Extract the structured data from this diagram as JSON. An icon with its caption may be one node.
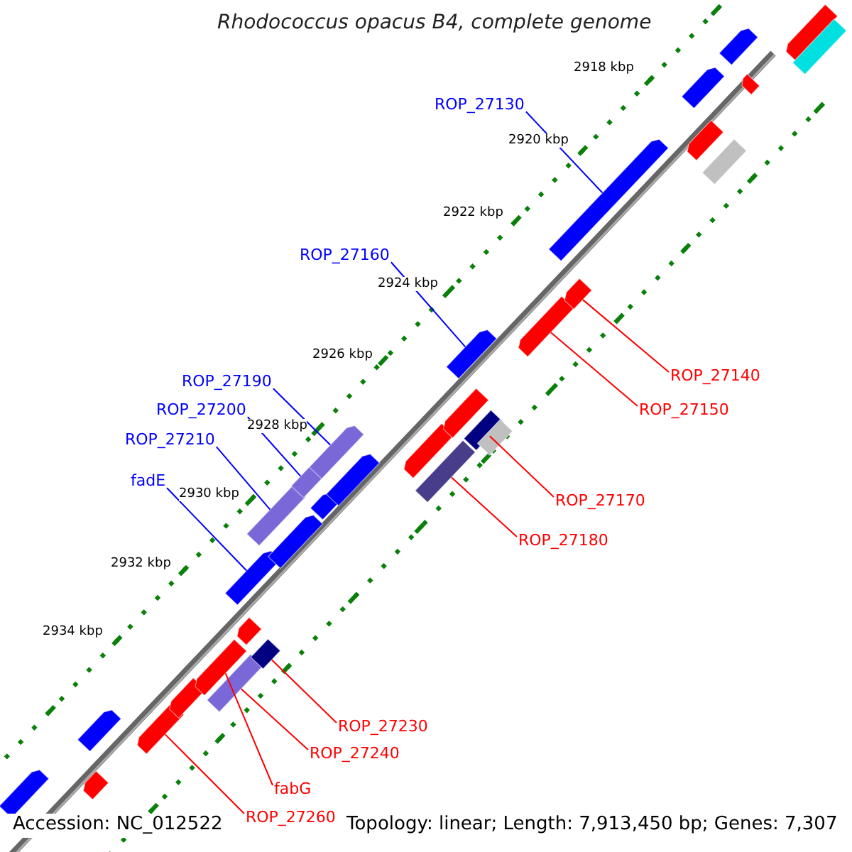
{
  "diagram": {
    "title": "Rhodococcus opacus B4, complete genome",
    "nodes": [
      {
        "text": [
          "ROP_27130"
        ]
      },
      {
        "text": [
          "ROP_27160"
        ]
      },
      {
        "text": [
          "ROP_27190"
        ]
      },
      {
        "text": [
          "ROP_27200"
        ]
      },
      {
        "text": [
          "ROP_27210"
        ]
      },
      {
        "text": [
          "fadE"
        ]
      },
      {
        "text": [
          "ROP_27140"
        ]
      },
      {
        "text": [
          "ROP_27150"
        ]
      },
      {
        "text": [
          "ROP_27170"
        ]
      },
      {
        "text": [
          "ROP_27180"
        ]
      },
      {
        "text": [
          "ROP_27230"
        ]
      },
      {
        "text": [
          "ROP_27240"
        ]
      },
      {
        "text": [
          "fabG"
        ]
      },
      {
        "text": [
          "ROP_27260"
        ]
      },
      {
        "text": [],
        "shape": "arrow"
      },
      {
        "text": [],
        "shape": "arrow"
      },
      {
        "text": [],
        "shape": "arrow"
      },
      {
        "text": [],
        "shape": "arrow"
      },
      {
        "text": [],
        "shape": "arrow"
      },
      {
        "text": [],
        "shape": "arrow"
      },
      {
        "text": [],
        "shape": "bar"
      },
      {
        "text": [],
        "shape": "bar"
      },
      {
        "text": [],
        "shape": "arrow"
      },
      {
        "text": [],
        "shape": "arrow"
      },
      {
        "text": [],
        "shape": "arrow"
      },
      {
        "text": [],
        "shape": "arrow"
      },
      {
        "text": [],
        "shape": "arrow"
      },
      {
        "text": [],
        "shape": "arrow"
      },
      {
        "text": [],
        "shape": "arrow"
      },
      {
        "text": [],
        "shape": "arrow"
      },
      {
        "text": [],
        "shape": "arrow"
      },
      {
        "text": [],
        "shape": "arrow"
      },
      {
        "text": [],
        "shape": "bar"
      },
      {
        "text": [],
        "shape": "bar"
      },
      {
        "text": [],
        "shape": "arrow"
      },
      {
        "text": [],
        "shape": "arrow"
      },
      {
        "text": [],
        "shape": "bar"
      },
      {
        "text": [],
        "shape": "bar"
      },
      {
        "text": [],
        "shape": "bar"
      },
      {
        "text": [],
        "shape": "arrow"
      },
      {
        "text": [],
        "shape": "arrow"
      },
      {
        "text": [],
        "shape": "arrow"
      },
      {
        "text": [],
        "shape": "bar"
      },
      {
        "text": [],
        "shape": "arrow"
      },
      {
        "text": [],
        "shape": "arrow"
      },
      {
        "text": [],
        "shape": "bar"
      }
    ],
    "edges": [
      {
        "from": 0,
        "to": 24,
        "arrow": "none",
        "color": "#0000ff"
      },
      {
        "from": 1,
        "to": 23,
        "arrow": "none",
        "color": "#0000ff"
      },
      {
        "from": 2,
        "to": 22,
        "arrow": "none",
        "color": "#0000ff"
      },
      {
        "from": 3,
        "to": 21,
        "arrow": "none",
        "color": "#0000ff"
      },
      {
        "from": 4,
        "to": 20,
        "arrow": "none",
        "color": "#0000ff"
      },
      {
        "from": 5,
        "to": 16,
        "arrow": "none",
        "color": "#0000ff"
      },
      {
        "from": 6,
        "to": 40,
        "arrow": "none"
      },
      {
        "from": 7,
        "to": 39,
        "arrow": "none"
      },
      {
        "from": 8,
        "to": 37,
        "arrow": "none"
      },
      {
        "from": 9,
        "to": 36,
        "arrow": "none"
      },
      {
        "from": 10,
        "to": 33,
        "arrow": "none"
      },
      {
        "from": 11,
        "to": 32,
        "arrow": "none"
      },
      {
        "from": 12,
        "to": 30,
        "arrow": "none"
      },
      {
        "from": 13,
        "to": 28,
        "arrow": "none"
      }
    ],
    "labels": [
      "2918 kbp",
      "2920 kbp",
      "2922 kbp",
      "2924 kbp",
      "2926 kbp",
      "2928 kbp",
      "2930 kbp",
      "2932 kbp",
      "2934 kbp",
      "Accession: NC_012522",
      "Topology: linear; Length: 7,913,450 bp; Genes: 7,307"
    ]
  }
}
